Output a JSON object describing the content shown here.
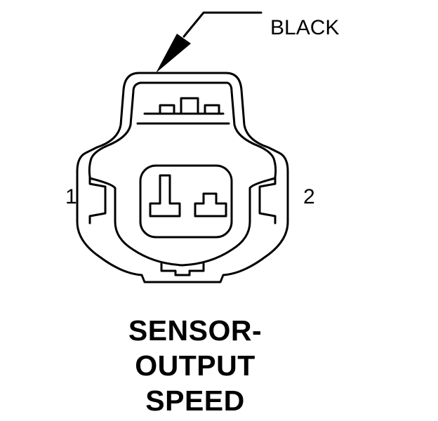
{
  "wire_color": "BLACK",
  "pins": {
    "pin_1": "1",
    "pin_2": "2"
  },
  "caption": [
    "SENSOR-",
    "OUTPUT",
    "SPEED"
  ]
}
